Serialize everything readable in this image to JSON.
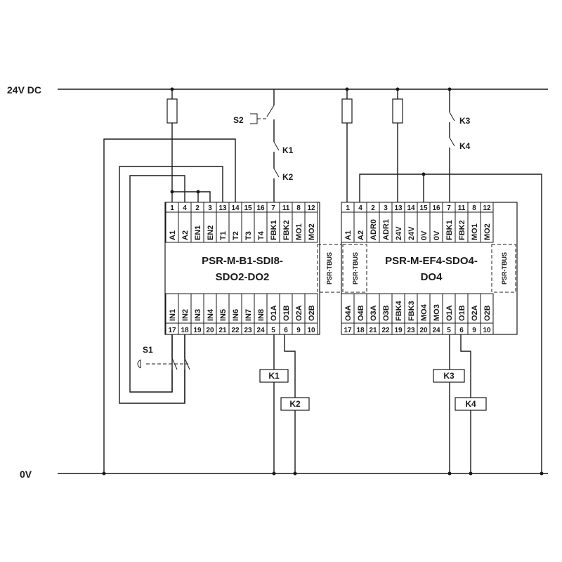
{
  "rails": {
    "top": "24V DC",
    "bottom": "0V"
  },
  "module1": {
    "title_line1": "PSR-M-B1-SDI8-",
    "title_line2": "SDO2-DO2",
    "tbus": "PSR-TBUS",
    "top_numbers": [
      "1",
      "4",
      "2",
      "3",
      "13",
      "14",
      "15",
      "16",
      "7",
      "11",
      "8",
      "12"
    ],
    "top_labels": [
      "A1",
      "A2",
      "EN1",
      "EN2",
      "T1",
      "T2",
      "T3",
      "T4",
      "FBK1",
      "FBK2",
      "MO1",
      "MO2"
    ],
    "bottom_labels": [
      "IN1",
      "IN2",
      "IN3",
      "IN4",
      "IN5",
      "IN6",
      "IN7",
      "IN8",
      "O1A",
      "O1B",
      "O2A",
      "O2B"
    ],
    "bottom_numbers": [
      "17",
      "18",
      "19",
      "20",
      "21",
      "22",
      "23",
      "24",
      "5",
      "6",
      "9",
      "10"
    ]
  },
  "module2": {
    "title_line1": "PSR-M-EF4-SDO4-",
    "title_line2": "DO4",
    "tbus_left": "PSR-TBUS",
    "tbus_right": "PSR-TBUS",
    "top_numbers": [
      "1",
      "4",
      "2",
      "3",
      "13",
      "14",
      "15",
      "16",
      "7",
      "11",
      "8",
      "12"
    ],
    "top_labels": [
      "A1",
      "A2",
      "ADR0",
      "ADR1",
      "24V",
      "24V",
      "0V",
      "0V",
      "FBK1",
      "FBK2",
      "MO1",
      "MO2"
    ],
    "bottom_labels": [
      "O4A",
      "O4B",
      "O3A",
      "O3B",
      "FBK4",
      "FBK3",
      "MO4",
      "MO3",
      "O1A",
      "O1B",
      "O2A",
      "O2B"
    ],
    "bottom_numbers": [
      "17",
      "18",
      "21",
      "22",
      "19",
      "23",
      "20",
      "24",
      "5",
      "6",
      "9",
      "10"
    ]
  },
  "components": {
    "s1": "S1",
    "s2": "S2",
    "k1": "K1",
    "k2": "K2",
    "k3": "K3",
    "k4": "K4"
  }
}
